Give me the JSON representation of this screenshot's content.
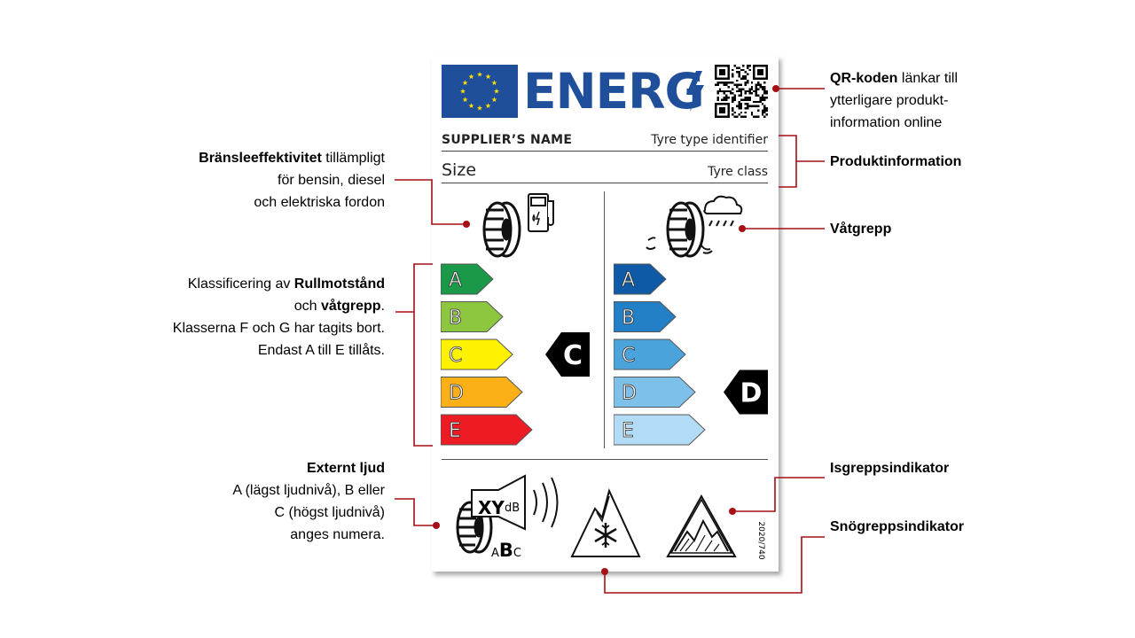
{
  "label": {
    "energy_word": "ENERG",
    "supplier": "SUPPLIER’S NAME",
    "tyre_type": "Tyre type identifier",
    "size": "Size",
    "tyre_class": "Tyre class",
    "regulation": "2020/740",
    "noise": {
      "value": "XY",
      "unit": "dB",
      "classes": [
        "A",
        "B",
        "C"
      ],
      "highlighted": "B"
    },
    "fuel_scale": {
      "classes": [
        "A",
        "B",
        "C",
        "D",
        "E"
      ],
      "colors": [
        "#1a9a49",
        "#8dc63f",
        "#fff200",
        "#fbb017",
        "#ed1c24"
      ],
      "rating": "C"
    },
    "wet_scale": {
      "classes": [
        "A",
        "B",
        "C",
        "D",
        "E"
      ],
      "colors": [
        "#0f5aa6",
        "#2380c6",
        "#4ba3dc",
        "#7dc0ea",
        "#b2dcf5"
      ],
      "rating": "D"
    },
    "colors": {
      "eu_blue": "#1f4e9b",
      "eu_star": "#ffdd00",
      "pointer_red": "#a50f15",
      "badge": "#000000"
    }
  },
  "annotations": {
    "qr": {
      "bold": "QR-koden",
      "rest1": " länkar till",
      "line2": "ytterligare produkt-",
      "line3": "information online"
    },
    "product_info": "Produktinformation",
    "fuel": {
      "bold": "Bränsleeffektivitet",
      "rest1": " tillämpligt",
      "line2": "för bensin, diesel",
      "line3": "och elektriska fordon"
    },
    "wet_grip": "Våtgrepp",
    "classification": {
      "l1_pre": "Klassificering av ",
      "l1_bold": "Rullmotstånd",
      "l2_pre": "och ",
      "l2_bold": "våtgrepp",
      "l2_post": ".",
      "l3": "Klasserna F och G har tagits bort.",
      "l4": "Endast A till E tillåts."
    },
    "noise": {
      "bold": "Externt ljud",
      "line2": "A (lägst ljudnivå), B eller",
      "line3": "C (högst ljudnivå)",
      "line4": "anges numera."
    },
    "ice": "Isgreppsindikator",
    "snow": "Snögreppsindikator"
  }
}
